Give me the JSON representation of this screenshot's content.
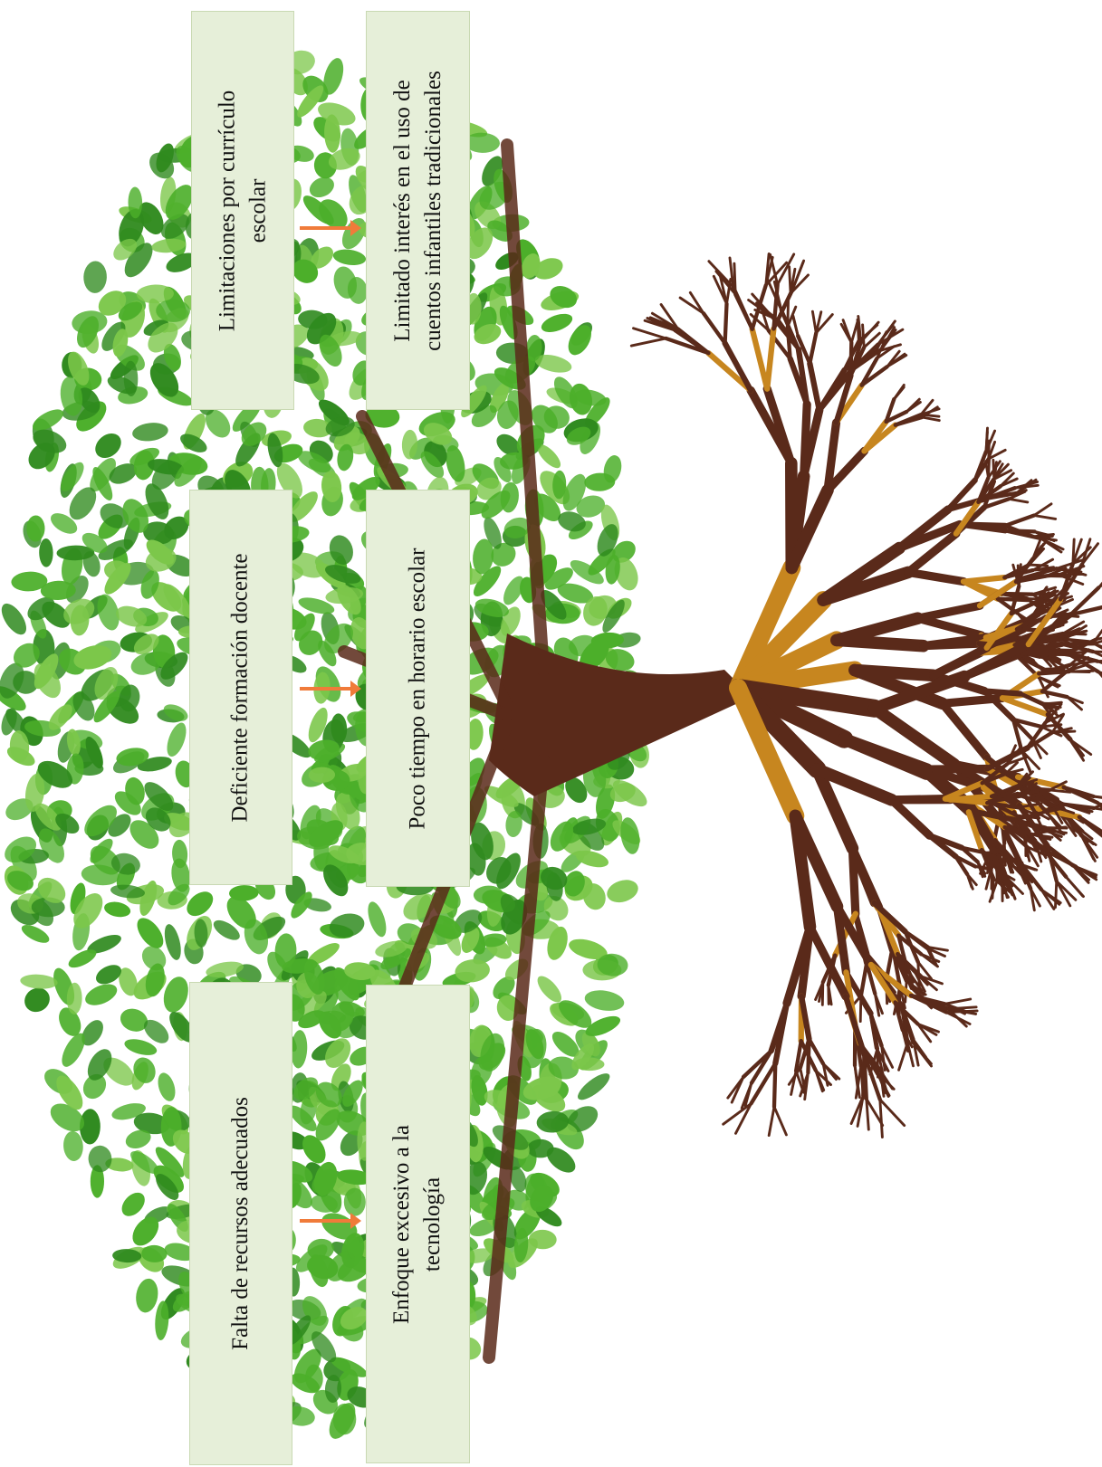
{
  "colors": {
    "box_background": "#e6efd9",
    "arrow": "#f07b3a",
    "leaf_dark": "#2f8a1e",
    "leaf_mid": "#4caf2a",
    "leaf_light": "#7cc74a",
    "wood_dark": "#5a2a1a",
    "wood_highlight": "#c7861f"
  },
  "diagram": {
    "causes": [
      {
        "lines": [
          "Falta de recursos adecuados"
        ]
      },
      {
        "lines": [
          "Deficiente formación docente"
        ]
      },
      {
        "lines": [
          "Limitaciones por currículo",
          "escolar"
        ]
      }
    ],
    "effects": [
      {
        "lines": [
          "Enfoque excesivo a la",
          "tecnología"
        ]
      },
      {
        "lines": [
          "Poco tiempo en horario escolar"
        ]
      },
      {
        "lines": [
          "Limitado interés en el uso de",
          "cuentos infantiles tradicionales"
        ]
      }
    ]
  }
}
